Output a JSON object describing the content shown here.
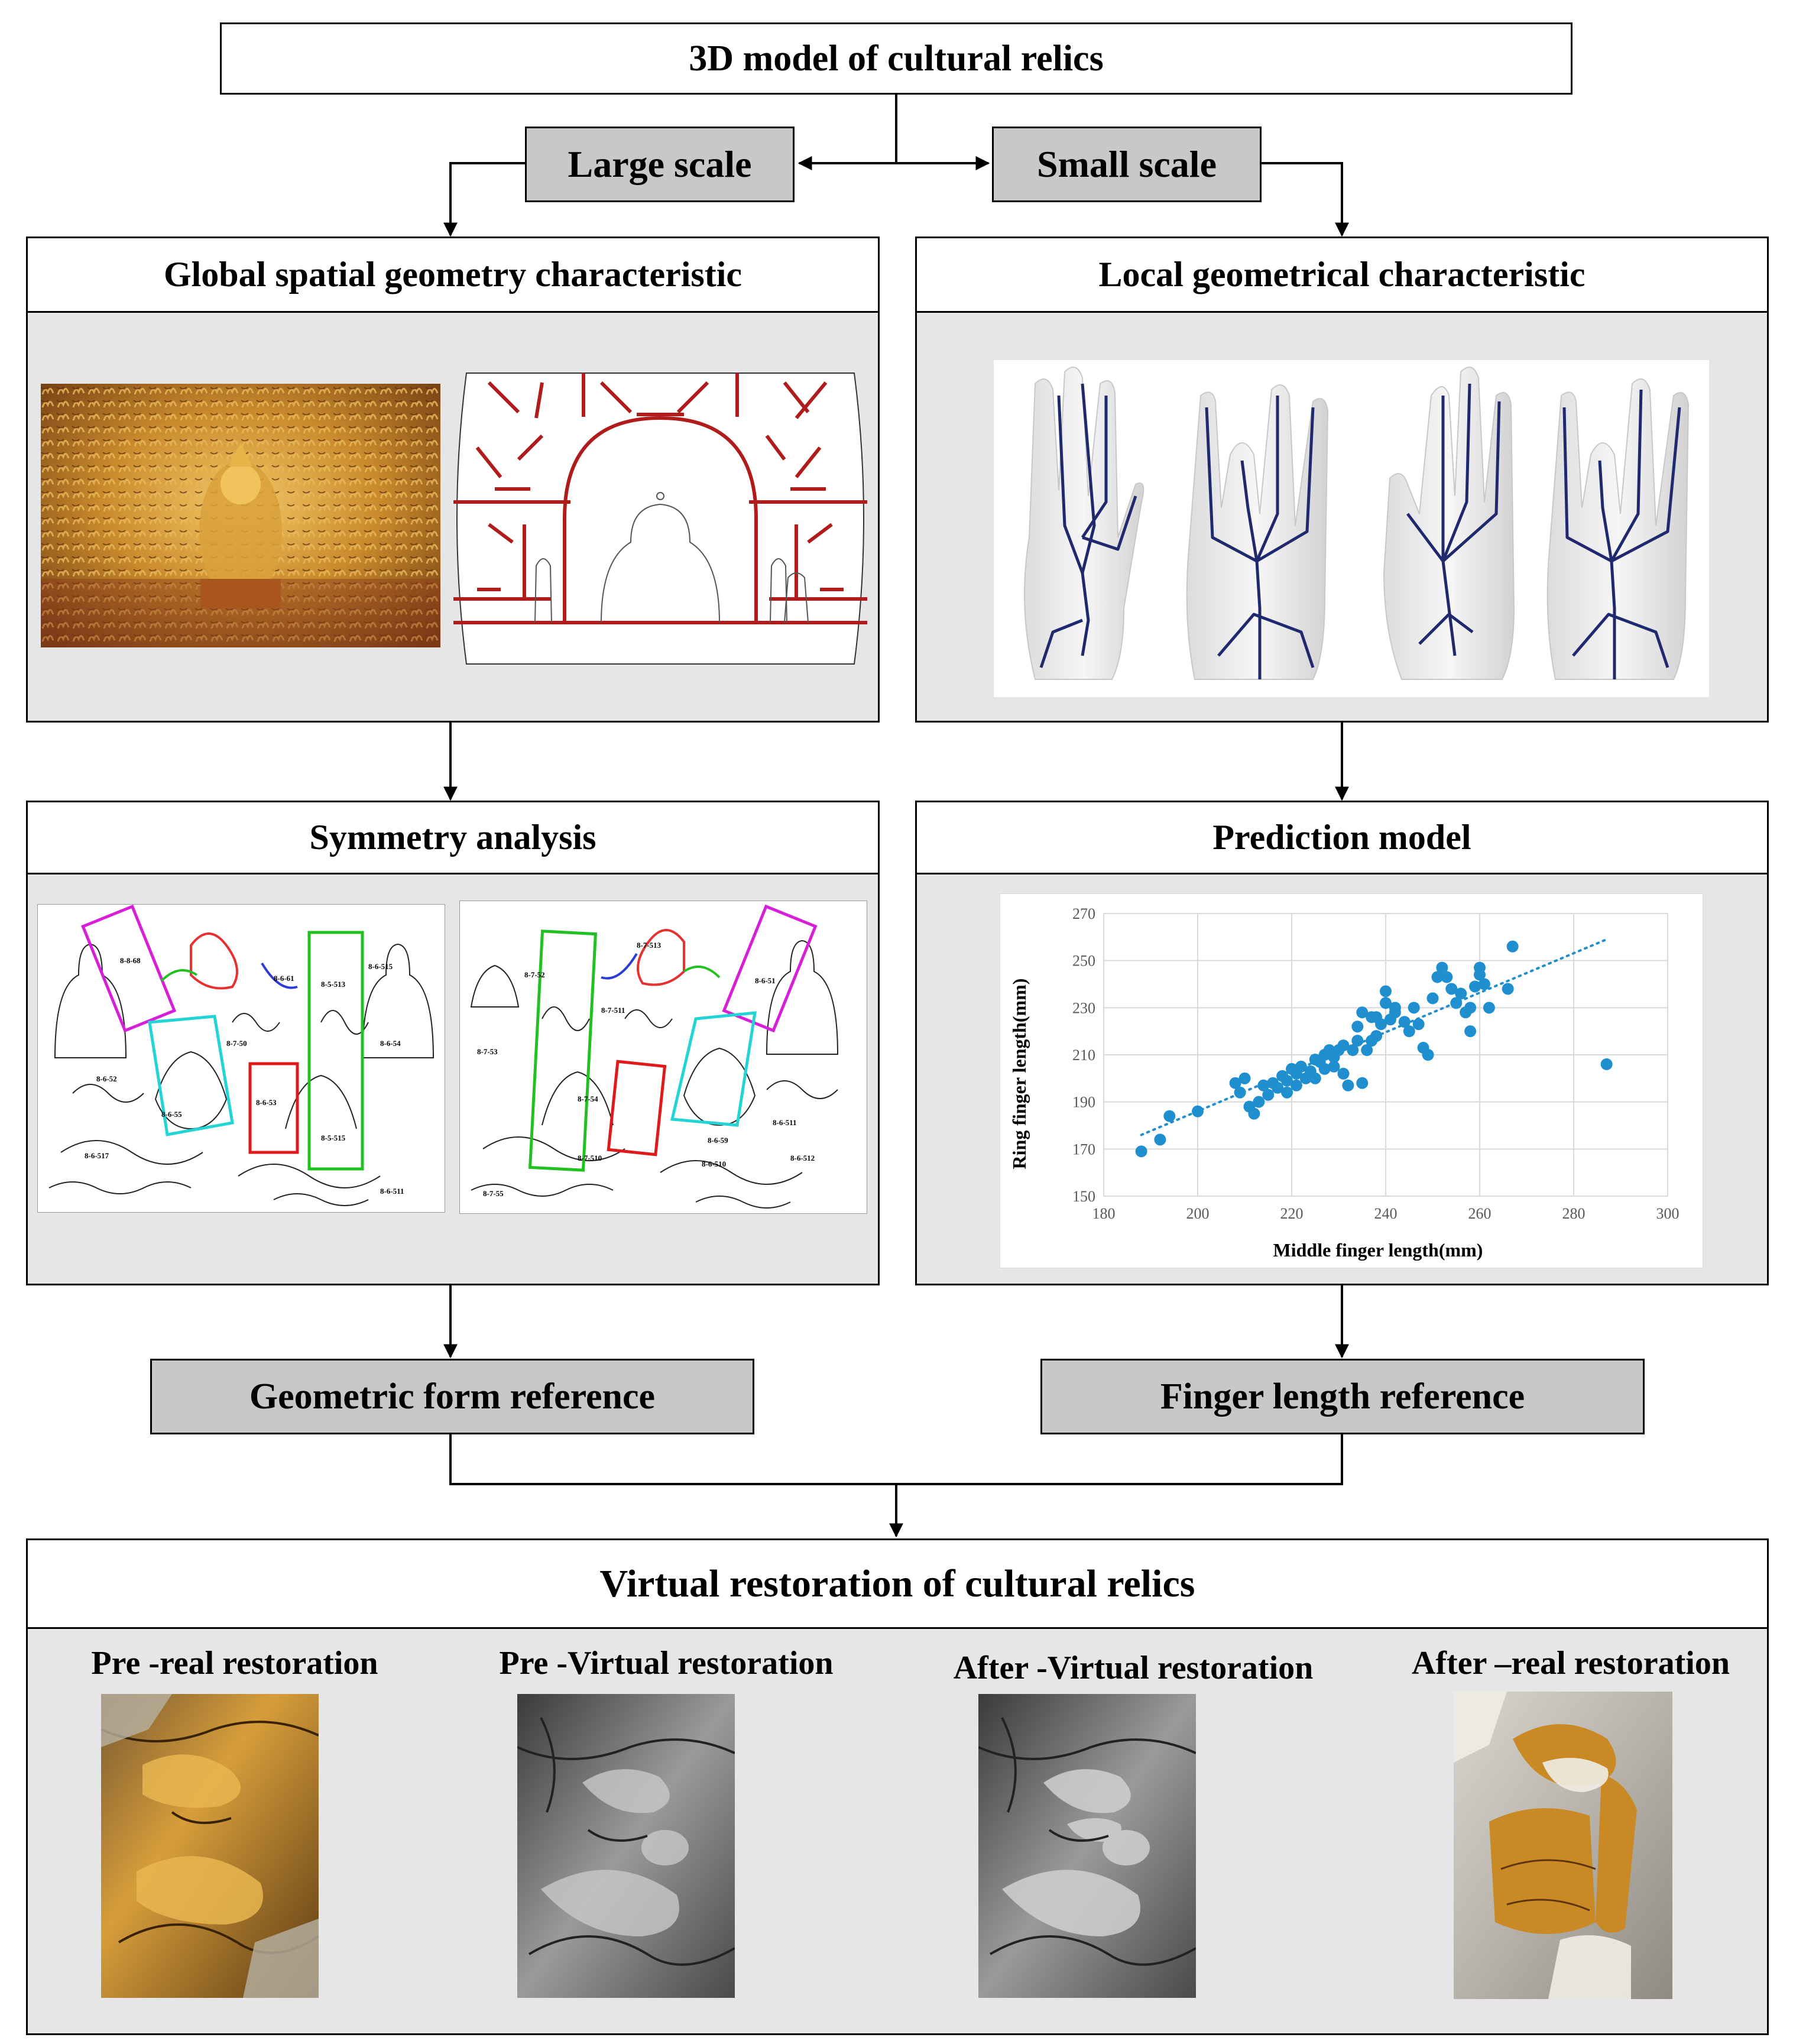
{
  "top": {
    "title": "3D model of cultural relics"
  },
  "scales": {
    "large": "Large scale",
    "small": "Small scale"
  },
  "left_panel": {
    "title": "Global spatial geometry characteristic"
  },
  "right_panel": {
    "title": "Local geometrical characteristic"
  },
  "symmetry": {
    "title": "Symmetry analysis",
    "labels_left": [
      "8-8-68",
      "8-6-517",
      "8-6-511",
      "8-5-513",
      "8-5-515",
      "8-6-61",
      "8-7-50",
      "8-6-55",
      "8-6-53",
      "8-6-54",
      "8-6-52",
      "8-6-515"
    ],
    "labels_right": [
      "8-7-52",
      "8-7-511",
      "8-7-54",
      "8-7-513",
      "8-7-510",
      "8-7-53",
      "8-7-55",
      "8-6-59",
      "8-6-510",
      "8-6-511",
      "8-6-512",
      "8-6-51"
    ]
  },
  "prediction": {
    "title": "Prediction model"
  },
  "references": {
    "geometric": "Geometric form reference",
    "finger": "Finger length reference"
  },
  "bottom": {
    "title": "Virtual restoration of cultural relics",
    "stages": [
      "Pre -real restoration",
      "Pre -Virtual restoration",
      "After -Virtual restoration",
      "After –real restoration"
    ]
  },
  "colors": {
    "accent_blue": "#1f8fcf",
    "relic_red": "#b01c1c",
    "gold": "#c99226",
    "skeleton": "#1f2a6e"
  },
  "chart_data": {
    "type": "scatter",
    "xlabel": "Middle finger length(mm)",
    "ylabel": "Ring finger length(mm)",
    "xlim": [
      180,
      300
    ],
    "ylim": [
      150,
      270
    ],
    "xticks": [
      180,
      200,
      220,
      240,
      260,
      280,
      300
    ],
    "yticks": [
      150,
      170,
      190,
      210,
      230,
      250,
      270
    ],
    "grid": true,
    "trendline": {
      "style": "dotted",
      "x": [
        188,
        287
      ],
      "y": [
        176,
        259
      ]
    },
    "points": [
      [
        188,
        169
      ],
      [
        192,
        174
      ],
      [
        194,
        184
      ],
      [
        200,
        186
      ],
      [
        208,
        198
      ],
      [
        209,
        194
      ],
      [
        210,
        200
      ],
      [
        211,
        188
      ],
      [
        212,
        185
      ],
      [
        213,
        190
      ],
      [
        214,
        197
      ],
      [
        215,
        193
      ],
      [
        216,
        198
      ],
      [
        217,
        196
      ],
      [
        218,
        201
      ],
      [
        219,
        194
      ],
      [
        219,
        199
      ],
      [
        220,
        204
      ],
      [
        221,
        197
      ],
      [
        221,
        202
      ],
      [
        222,
        205
      ],
      [
        223,
        200
      ],
      [
        224,
        203
      ],
      [
        225,
        208
      ],
      [
        225,
        200
      ],
      [
        226,
        207
      ],
      [
        227,
        210
      ],
      [
        227,
        204
      ],
      [
        228,
        212
      ],
      [
        229,
        205
      ],
      [
        229,
        209
      ],
      [
        230,
        212
      ],
      [
        231,
        214
      ],
      [
        231,
        202
      ],
      [
        232,
        197
      ],
      [
        233,
        212
      ],
      [
        234,
        216
      ],
      [
        234,
        222
      ],
      [
        235,
        198
      ],
      [
        235,
        228
      ],
      [
        236,
        212
      ],
      [
        237,
        216
      ],
      [
        237,
        226
      ],
      [
        238,
        218
      ],
      [
        238,
        226
      ],
      [
        239,
        223
      ],
      [
        240,
        232
      ],
      [
        240,
        237
      ],
      [
        241,
        225
      ],
      [
        242,
        228
      ],
      [
        242,
        230
      ],
      [
        244,
        224
      ],
      [
        245,
        220
      ],
      [
        246,
        230
      ],
      [
        247,
        223
      ],
      [
        248,
        213
      ],
      [
        249,
        210
      ],
      [
        250,
        234
      ],
      [
        251,
        243
      ],
      [
        252,
        247
      ],
      [
        253,
        243
      ],
      [
        254,
        238
      ],
      [
        255,
        232
      ],
      [
        256,
        236
      ],
      [
        257,
        228
      ],
      [
        258,
        220
      ],
      [
        258,
        230
      ],
      [
        259,
        239
      ],
      [
        260,
        247
      ],
      [
        260,
        244
      ],
      [
        261,
        240
      ],
      [
        262,
        230
      ],
      [
        266,
        238
      ],
      [
        267,
        256
      ],
      [
        287,
        206
      ]
    ]
  }
}
